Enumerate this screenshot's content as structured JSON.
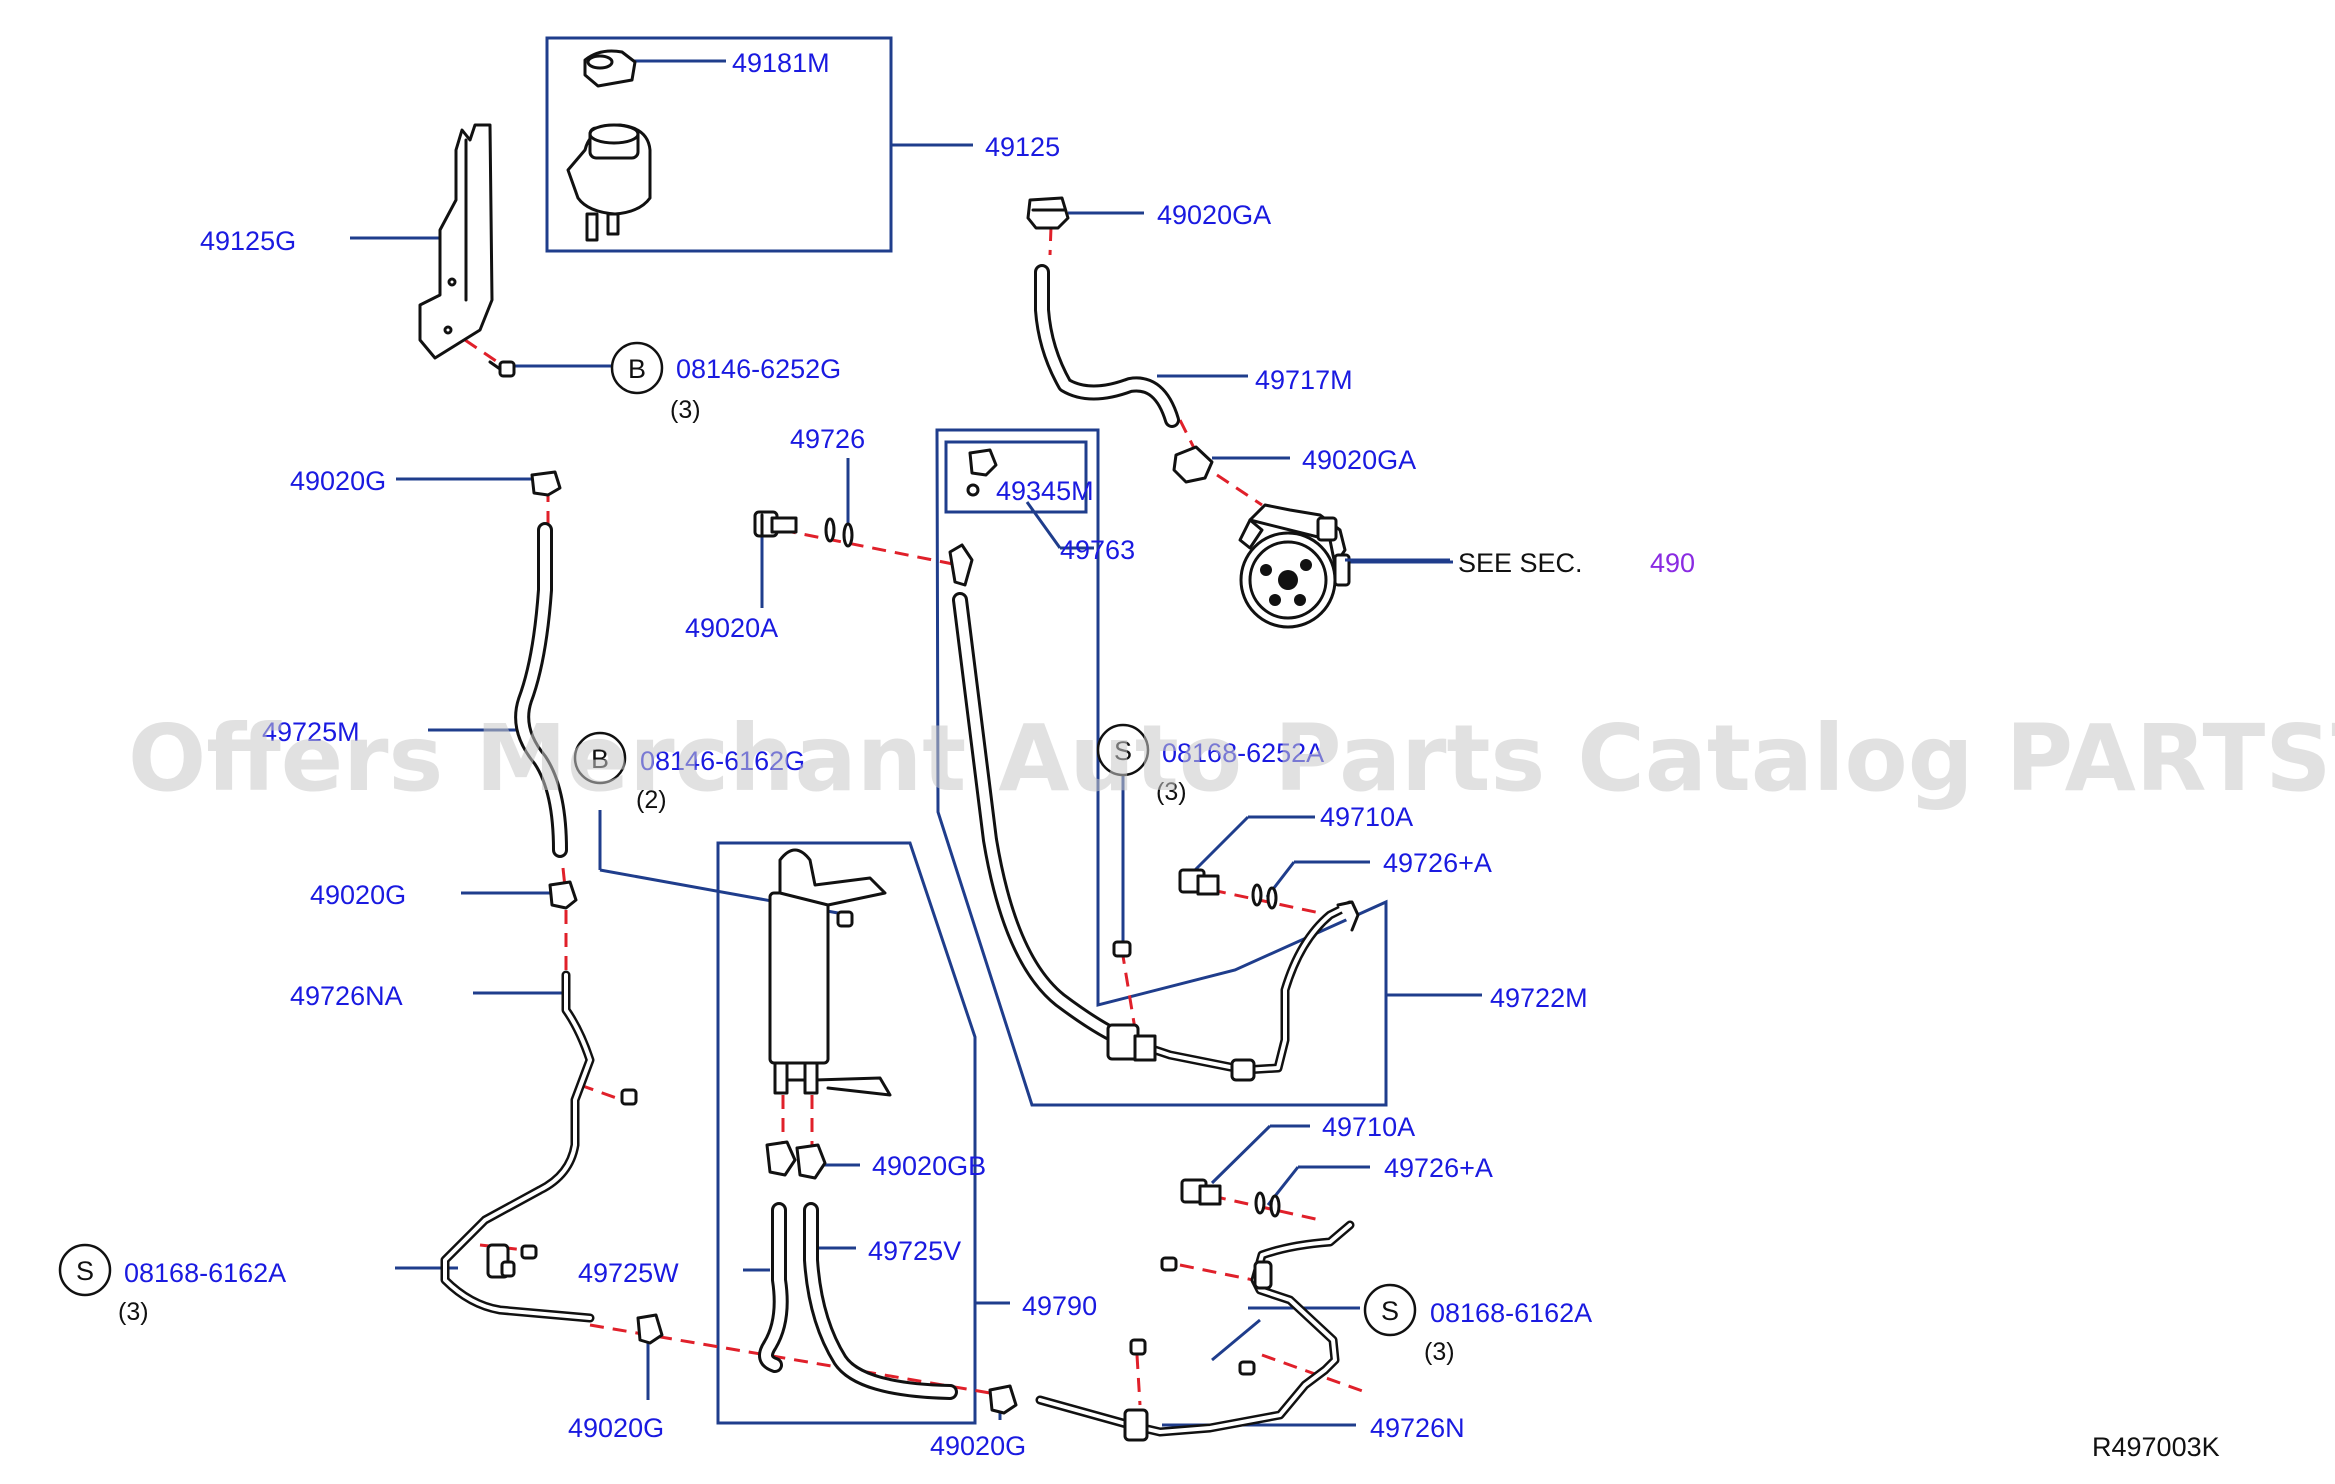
{
  "colors": {
    "label": "#1a1ae0",
    "section_ref": "#8a2be2",
    "leader": "#1f3d8c",
    "dash": "#e0202a",
    "outline": "#111111",
    "text": "#111111",
    "watermark": "#c8c8c8"
  },
  "watermark": "Offers Merchant Auto Parts Catalog PARTSTORE.SA",
  "drawing_code": "R497003K",
  "see_section": {
    "prefix": "SEE  SEC.",
    "number": "490"
  },
  "parts": {
    "p49181M": "49181M",
    "p49125": "49125",
    "p49125G": "49125G",
    "p49020GA_top": "49020GA",
    "p49717M": "49717M",
    "p49020GA_mid": "49020GA",
    "p49726": "49726",
    "p49345M": "49345M",
    "p49763": "49763",
    "p49020A": "49020A",
    "p49020G_1": "49020G",
    "p49725M": "49725M",
    "p49020G_2": "49020G",
    "p49726NA": "49726NA",
    "p49710A_1": "49710A",
    "p49726A_1": "49726+A",
    "p49722M": "49722M",
    "p49020GB": "49020GB",
    "p49725V": "49725V",
    "p49725W": "49725W",
    "p49790": "49790",
    "p49710A_2": "49710A",
    "p49726A_2": "49726+A",
    "p49726N": "49726N",
    "p49020G_3": "49020G",
    "p49020G_4": "49020G"
  },
  "fasteners": [
    {
      "symbol": "B",
      "code": "08146-6252G",
      "qty": "(3)"
    },
    {
      "symbol": "B",
      "code": "08146-6162G",
      "qty": "(2)"
    },
    {
      "symbol": "S",
      "code": "08168-6252A",
      "qty": "(3)"
    },
    {
      "symbol": "S",
      "code": "08168-6162A",
      "qty": "(3)"
    },
    {
      "symbol": "S",
      "code": "08168-6162A",
      "qty": "(3)"
    }
  ]
}
